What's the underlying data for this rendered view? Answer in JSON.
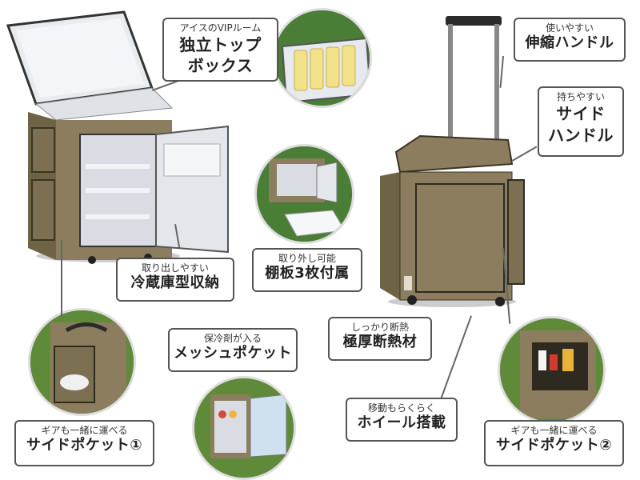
{
  "callouts": {
    "top_box": {
      "sub": "アイスのVIPルーム",
      "main1": "独立トップ",
      "main2": "ボックス"
    },
    "handle": {
      "sub": "使いやすい",
      "main": "伸縮ハンドル"
    },
    "side_handle": {
      "sub": "持ちやすい",
      "main1": "サイド",
      "main2": "ハンドル"
    },
    "fridge": {
      "sub": "取り出しやすい",
      "main": "冷蔵庫型収納"
    },
    "shelves": {
      "sub": "取り外し可能",
      "main": "棚板3枚付属"
    },
    "insulation": {
      "sub": "しっかり断熱",
      "main": "極厚断熱材"
    },
    "mesh": {
      "sub": "保冷剤が入る",
      "main": "メッシュポケット"
    },
    "wheels": {
      "sub": "移動もらくらく",
      "main": "ホイール搭載"
    },
    "pocket1": {
      "sub": "ギアも一緒に運べる",
      "main": "サイドポケット①"
    },
    "pocket2": {
      "sub": "ギアも一緒に運べる",
      "main": "サイドポケット②"
    }
  },
  "colors": {
    "bag": "#8b7d5e",
    "bag_dark": "#6f6346",
    "lining": "#d9dde3",
    "grass": "#5f8a3a",
    "border": "#555555"
  },
  "icons": [
    "cooler-bag-open",
    "cooler-bag-closed",
    "ice-pack",
    "shelf-panel",
    "wheel"
  ]
}
